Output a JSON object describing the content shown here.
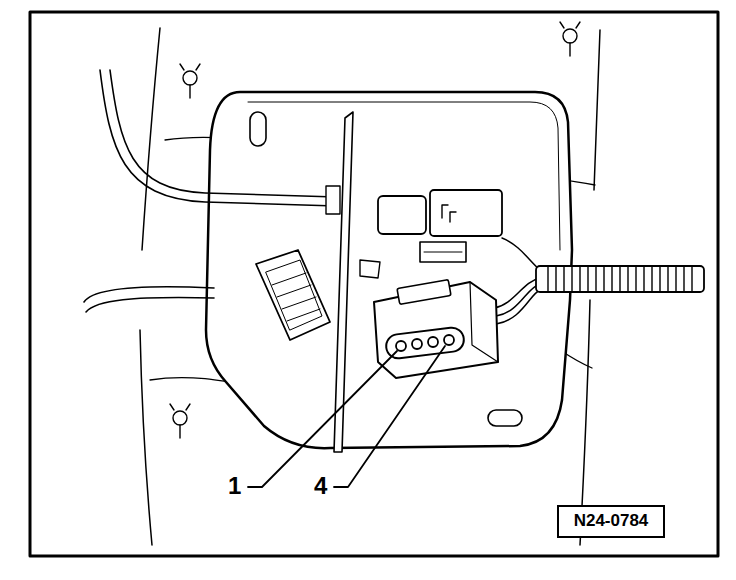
{
  "diagram": {
    "nodes": [
      {
        "text": [
          "N24-0784"
        ]
      }
    ],
    "labels": [
      "1",
      "4"
    ]
  }
}
